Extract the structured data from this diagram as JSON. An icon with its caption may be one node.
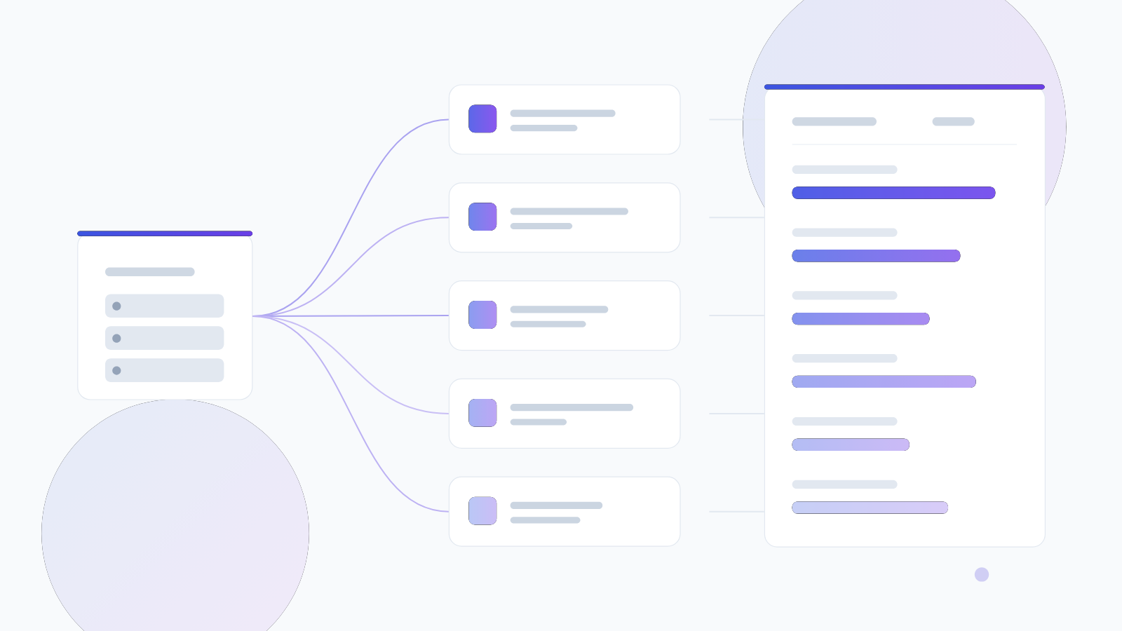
{
  "diagram": {
    "nodes": [
      {
        "text": [],
        "shape": "box"
      },
      {
        "text": [],
        "shape": "box"
      },
      {
        "text": [],
        "shape": "box"
      },
      {
        "text": [],
        "shape": "box"
      },
      {
        "text": [],
        "shape": "box"
      },
      {
        "text": [],
        "shape": "box"
      },
      {
        "text": [],
        "shape": "box"
      }
    ],
    "edges": [
      {
        "from": 0,
        "to": 1,
        "arrow": "none",
        "color": "#aaa3f0"
      },
      {
        "from": 0,
        "to": 2,
        "arrow": "none",
        "color": "#bdb2f3"
      },
      {
        "from": 0,
        "to": 3,
        "arrow": "none",
        "color": "#aaa3f0"
      },
      {
        "from": 0,
        "to": 4,
        "arrow": "none",
        "color": "#c9bff5"
      },
      {
        "from": 0,
        "to": 5,
        "arrow": "none",
        "color": "#bdb2f3"
      },
      {
        "from": 1,
        "to": 6,
        "arrow": "none",
        "color": "#e2e8f0"
      },
      {
        "from": 2,
        "to": 6,
        "arrow": "none",
        "color": "#e2e8f0"
      },
      {
        "from": 3,
        "to": 6,
        "arrow": "none",
        "color": "#e2e8f0"
      },
      {
        "from": 4,
        "to": 6,
        "arrow": "none",
        "color": "#e2e8f0"
      },
      {
        "from": 5,
        "to": 6,
        "arrow": "none",
        "color": "#e2e8f0"
      }
    ]
  }
}
